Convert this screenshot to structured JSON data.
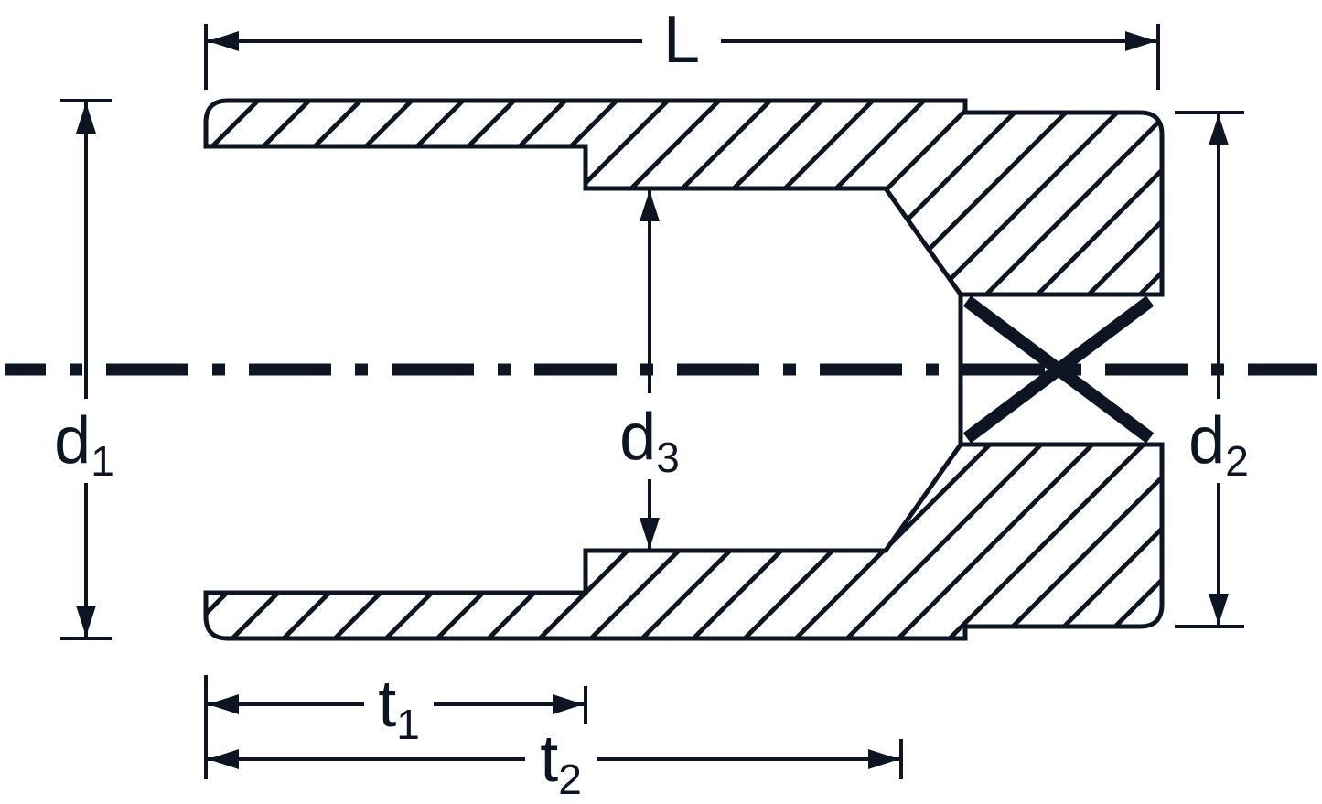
{
  "diagram": {
    "colors": {
      "line": "#0d1522",
      "background": "#ffffff"
    },
    "labels": {
      "length": {
        "main": "L",
        "sub": ""
      },
      "d1": {
        "main": "d",
        "sub": "1"
      },
      "d2": {
        "main": "d",
        "sub": "2"
      },
      "d3": {
        "main": "d",
        "sub": "3"
      },
      "t1": {
        "main": "t",
        "sub": "1"
      },
      "t2": {
        "main": "t",
        "sub": "2"
      }
    }
  }
}
